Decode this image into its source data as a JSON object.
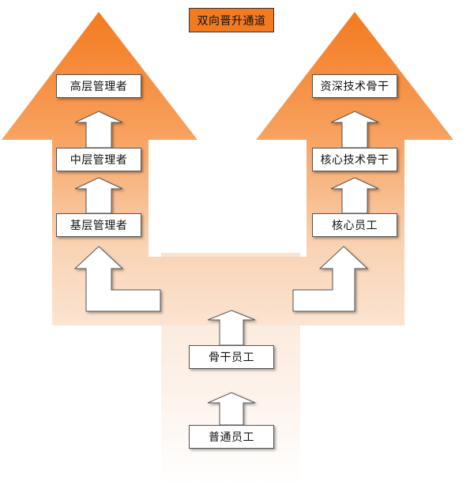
{
  "title": "双向晋升通道",
  "left_track": [
    "高层管理者",
    "中层管理者",
    "基层管理者"
  ],
  "right_track": [
    "资深技术骨干",
    "核心技术骨干",
    "核心员工"
  ],
  "base": [
    "骨干员工",
    "普通员工"
  ],
  "colors": {
    "arrow_top": "#f47a20",
    "arrow_bottom": "#ffffff",
    "title_bg": "#f47a20"
  }
}
